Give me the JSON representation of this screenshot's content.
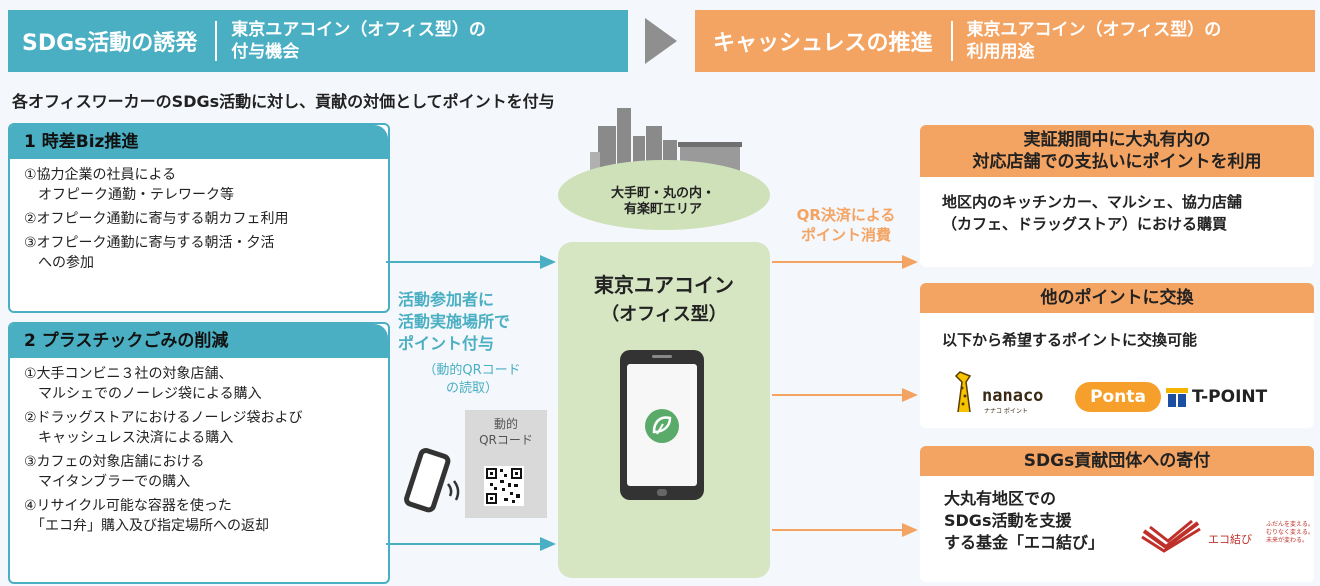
{
  "header": {
    "left_title": "SDGs活動の誘発",
    "left_sub": "東京ユアコイン（オフィス型）の\n付与機会",
    "right_title": "キャッシュレスの推進",
    "right_sub": "東京ユアコイン（オフィス型）の\n利用用途"
  },
  "lead": "各オフィスワーカーのSDGs活動に対し、貢献の対価としてポイントを付与",
  "box1": {
    "title": "1 時差Biz推進",
    "items": [
      "①協力企業の社員による\n　オフピーク通勤・テレワーク等",
      "②オフピーク通勤に寄与する朝カフェ利用",
      "③オフピーク通勤に寄与する朝活・夕活\n　への参加"
    ]
  },
  "box2": {
    "title": "2 プラスチックごみの削減",
    "items": [
      "①大手コンビニ３社の対象店舗、\n　マルシェでのノーレジ袋による購入",
      "②ドラッグストアにおけるノーレジ袋および\n　キャッシュレス決済による購入",
      "③カフェの対象店舗における\n　マイタンブラーでの購入",
      "④リサイクル可能な容器を使った\n　「エコ弁」購入及び指定場所への返却"
    ]
  },
  "center": {
    "area": "大手町・丸の内・\n有楽町エリア",
    "coin_title": "東京ユアコイン",
    "coin_sub": "（オフィス型）"
  },
  "middle": {
    "grant_line1": "活動参加者に",
    "grant_line2": "活動実施場所で",
    "grant_line3": "ポイント付与",
    "qr_note": "（動的QRコード\nの読取）",
    "qr_label": "動的\nQRコード",
    "consume": "QR決済による\nポイント消費"
  },
  "right": {
    "box1_head": "実証期間中に大丸有内の\n対応店舗での支払いにポイントを利用",
    "box1_body": "地区内のキッチンカー、マルシェ、協力店舗\n（カフェ、ドラッグストア）における購買",
    "box2_head": "他のポイントに交換",
    "box2_body": "以下から希望するポイントに交換可能",
    "box3_head": "SDGs貢献団体への寄付",
    "box3_body": "大丸有地区での\nSDGs活動を支援\nする基金「エコ結び」",
    "logos": {
      "nanaco": "nanaco",
      "nanaco_sub": "ナナコ ポイント",
      "ponta": "Ponta",
      "tpoint": "T-POINT",
      "eco": "エコ結び",
      "eco_tag": "ふだんを変える。\nむりなく変える。\n未来が変わる。"
    }
  },
  "colors": {
    "teal": "#4aafc3",
    "orange": "#f4a462",
    "green": "#d6e6c3",
    "coin_icon": "#5aaa6a"
  }
}
